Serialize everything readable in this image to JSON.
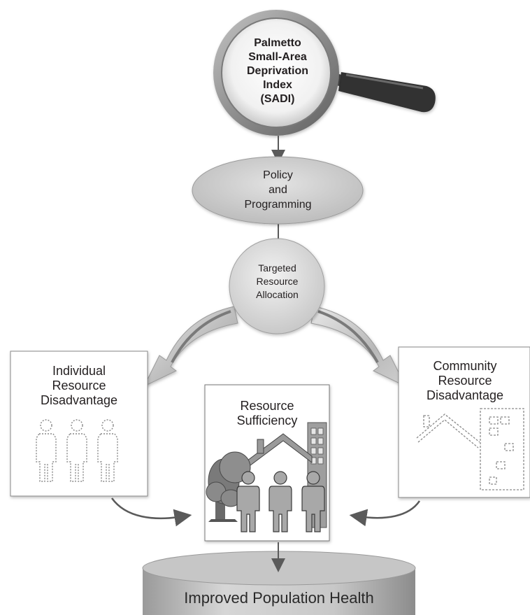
{
  "magnifier": {
    "lines": [
      "Palmetto",
      "Small-Area",
      "Deprivation",
      "Index",
      "(SADI)"
    ]
  },
  "policy": {
    "lines": [
      "Policy",
      "and",
      "Programming"
    ]
  },
  "targeted": {
    "lines": [
      "Targeted",
      "Resource",
      "Allocation"
    ]
  },
  "individual": {
    "lines": [
      "Individual",
      "Resource",
      "Disadvantage"
    ]
  },
  "sufficiency": {
    "lines": [
      "Resource",
      "Sufficiency"
    ]
  },
  "community": {
    "lines": [
      "Community",
      "Resource",
      "Disadvantage"
    ]
  },
  "outcome": {
    "label": "Improved Population Health"
  }
}
